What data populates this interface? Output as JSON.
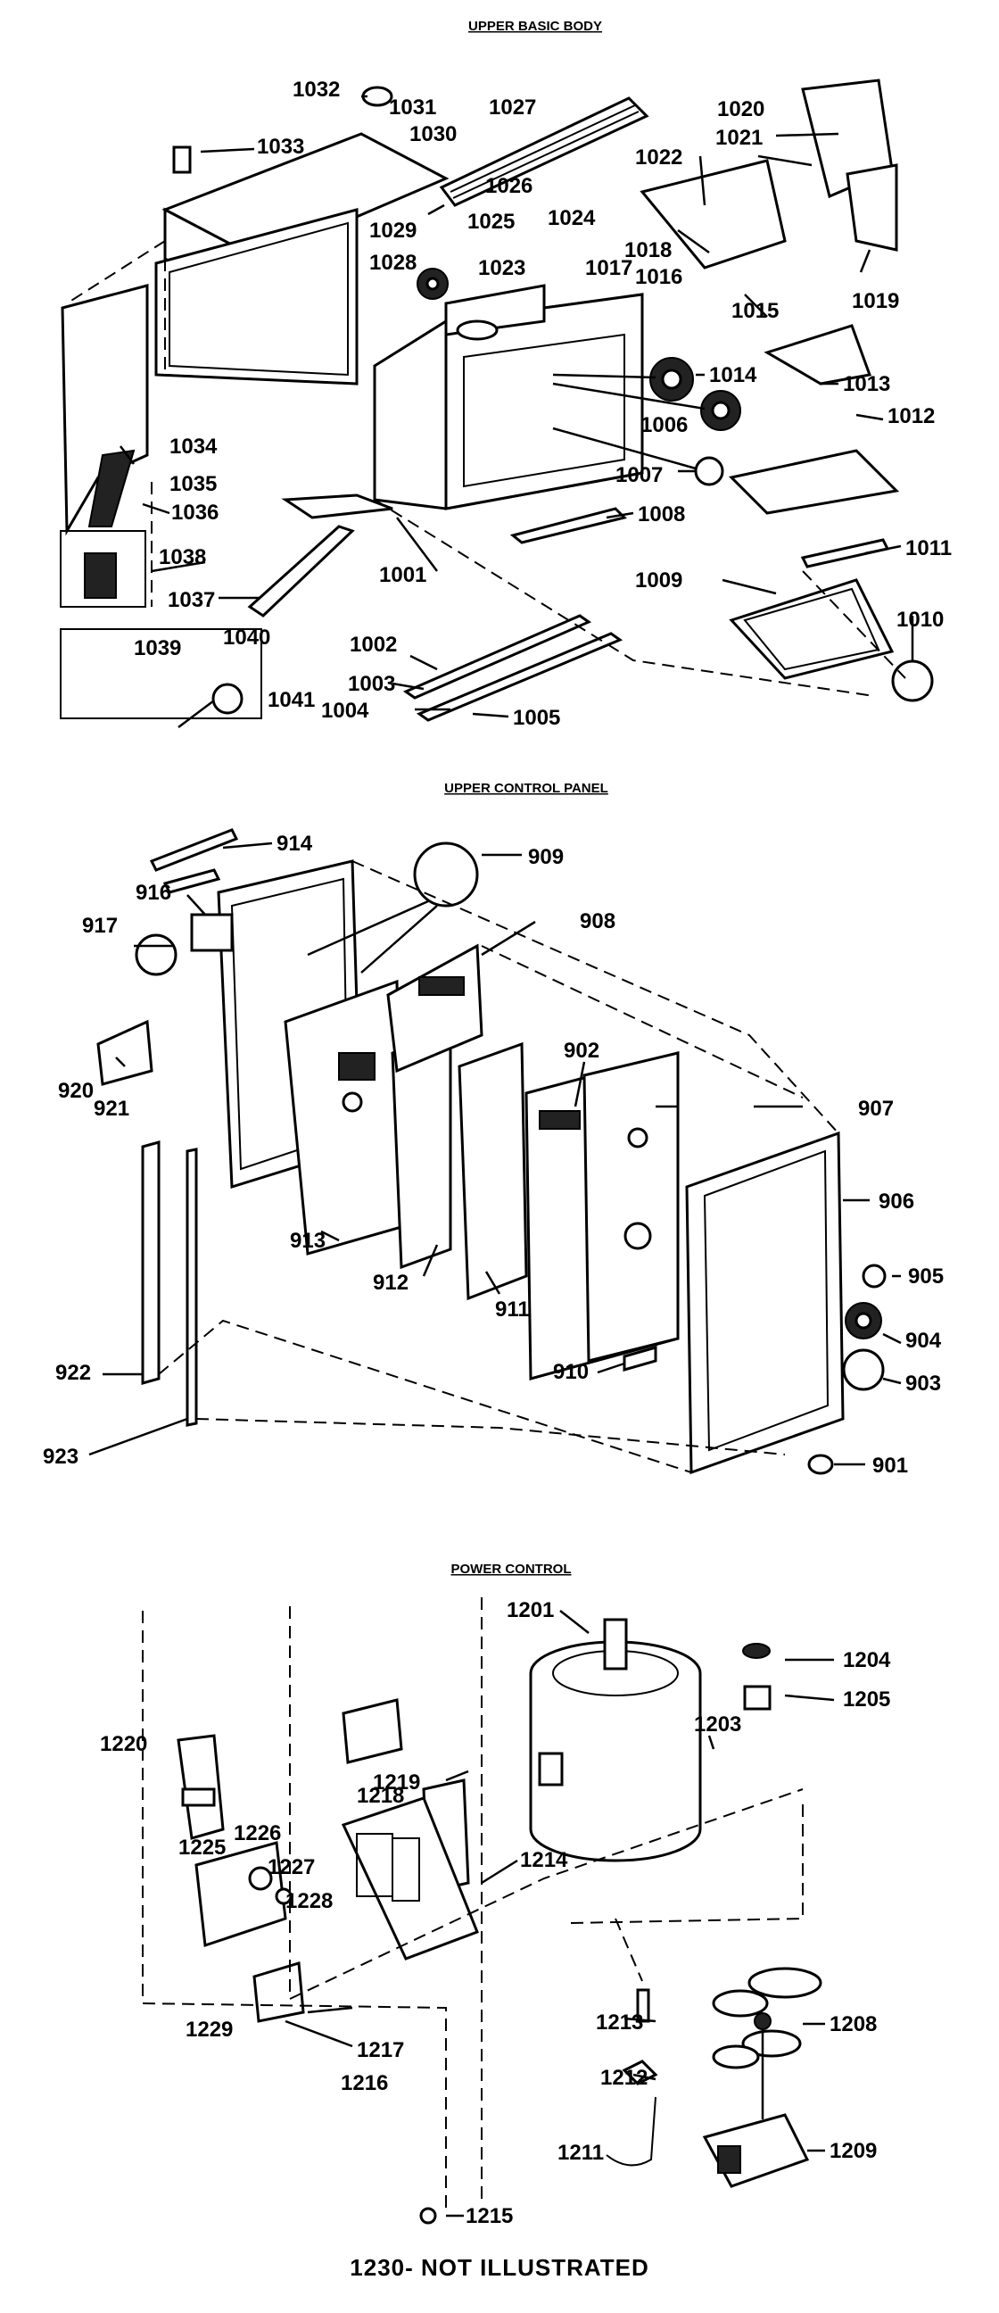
{
  "sections": {
    "upper_basic_body": "UPPER BASIC BODY",
    "upper_control_panel": "UPPER CONTROL PANEL",
    "power_control": "POWER CONTROL"
  },
  "footnote": "1230- NOT ILLUSTRATED",
  "labels": {
    "p1032": "1032",
    "p1031": "1031",
    "p1030": "1030",
    "p1027": "1027",
    "p1033": "1033",
    "p1026": "1026",
    "p1029": "1029",
    "p1025": "1025",
    "p1024": "1024",
    "p1028": "1028",
    "p1023": "1023",
    "p1020": "1020",
    "p1021": "1021",
    "p1022": "1022",
    "p1018": "1018",
    "p1017": "1017",
    "p1016": "1016",
    "p1015": "1015",
    "p1019": "1019",
    "p1014": "1014",
    "p1013": "1013",
    "p1006": "1006",
    "p1012": "1012",
    "p1007": "1007",
    "p1008": "1008",
    "p1034": "1034",
    "p1035": "1035",
    "p1036": "1036",
    "p1038": "1038",
    "p1037": "1037",
    "p1001": "1001",
    "p1011": "1011",
    "p1009": "1009",
    "p1010": "1010",
    "p1039": "1039",
    "p1040": "1040",
    "p1041": "1041",
    "p1002": "1002",
    "p1003": "1003",
    "p1004": "1004",
    "p1005": "1005",
    "p914": "914",
    "p909": "909",
    "p916": "916",
    "p917": "917",
    "p908": "908",
    "p902": "902",
    "p907": "907",
    "p920": "920",
    "p921": "921",
    "p906": "906",
    "p913": "913",
    "p912": "912",
    "p905": "905",
    "p911": "911",
    "p904": "904",
    "p922": "922",
    "p910": "910",
    "p903": "903",
    "p923": "923",
    "p901": "901",
    "p1201": "1201",
    "p1204": "1204",
    "p1203": "1203",
    "p1205": "1205",
    "p1220": "1220",
    "p1219": "1219",
    "p1218": "1218",
    "p1225": "1225",
    "p1226": "1226",
    "p1227": "1227",
    "p1228": "1228",
    "p1214": "1214",
    "p1213": "1213",
    "p1208": "1208",
    "p1229": "1229",
    "p1217": "1217",
    "p1216": "1216",
    "p1212": "1212",
    "p1211": "1211",
    "p1209": "1209",
    "p1215": "1215"
  }
}
